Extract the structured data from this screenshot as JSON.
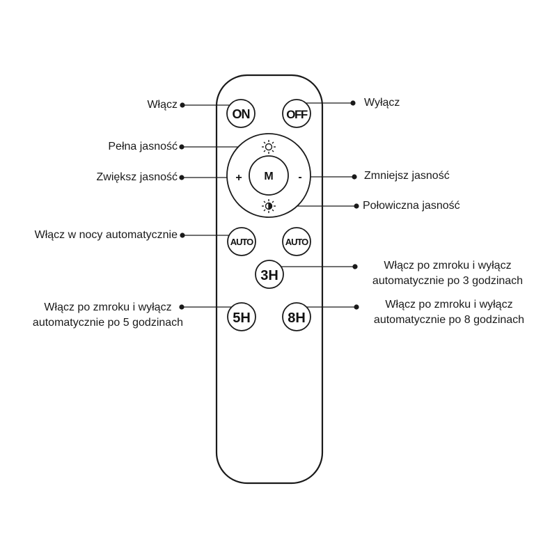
{
  "buttons": {
    "on": "ON",
    "off": "OFF",
    "mode": "M",
    "plus": "+",
    "minus": "-",
    "auto_left": "AUTO",
    "auto_right": "AUTO",
    "timer_3h": "3H",
    "timer_5h": "5H",
    "timer_8h": "8H"
  },
  "labels": {
    "on": "Włącz",
    "off": "Wyłącz",
    "full_brightness": "Pełna jasność",
    "increase_brightness": "Zwiększ jasność",
    "decrease_brightness": "Zmniejsz jasność",
    "half_brightness": "Połowiczna jasność",
    "auto_night": "Włącz w nocy automatycznie",
    "timer_3h_line1": "Włącz po zmroku i wyłącz",
    "timer_3h_line2": "automatycznie po 3 godzinach",
    "timer_5h_line1": "Włącz po zmroku i wyłącz",
    "timer_5h_line2": "automatycznie po 5 godzinach",
    "timer_8h_line1": "Włącz po zmroku i wyłącz",
    "timer_8h_line2": "automatycznie po 8 godzinach"
  },
  "colors": {
    "outline": "#1a1a1a",
    "background": "#ffffff"
  }
}
